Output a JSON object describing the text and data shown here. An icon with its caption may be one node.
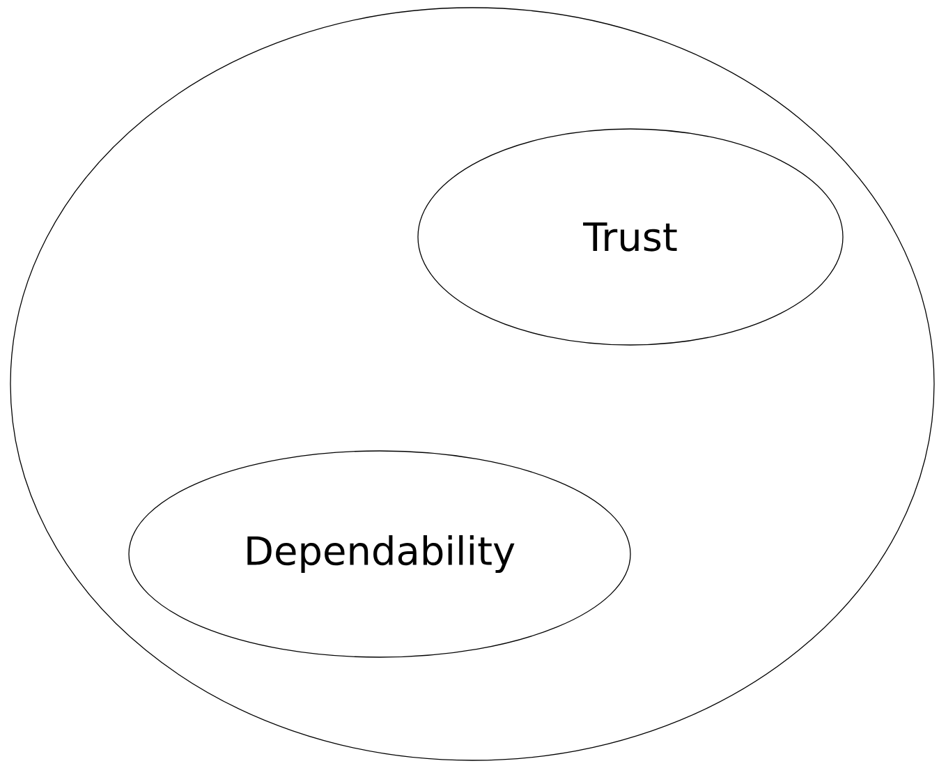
{
  "diagram": {
    "nodes": [
      {
        "text": [],
        "shape": "circle"
      },
      {
        "text": [
          "Trust"
        ],
        "in": 0
      },
      {
        "text": [
          "Dependability"
        ],
        "in": 0
      }
    ]
  }
}
